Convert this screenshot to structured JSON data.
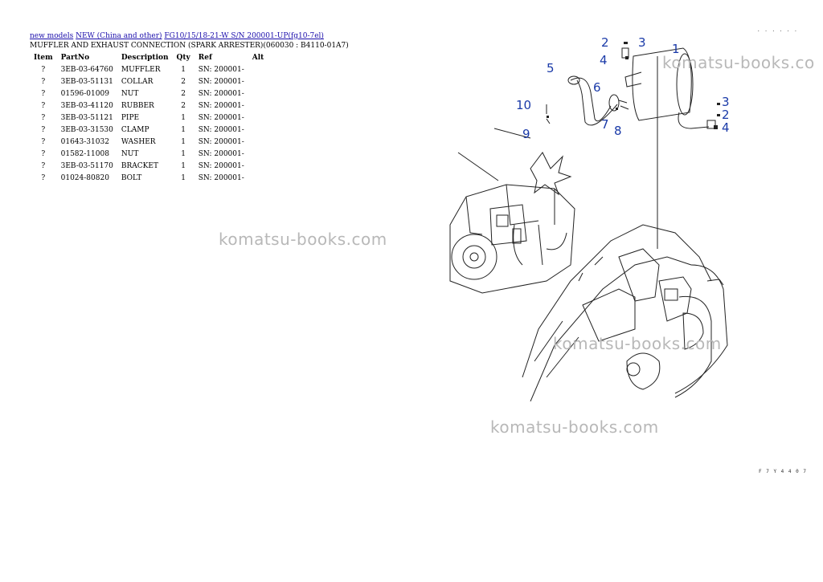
{
  "breadcrumb": {
    "links": [
      "new models",
      "NEW (China and other)",
      "FG10/15/18-21-W S/N 200001-UP(fg10-7el)"
    ]
  },
  "page_title": "MUFFLER AND EXHAUST CONNECTION (SPARK ARRESTER)(060030 : B4110-01A7)",
  "table": {
    "headers": [
      "Item",
      "PartNo",
      "Description",
      "Qty",
      "Ref",
      "Alt"
    ],
    "rows": [
      {
        "item": "?",
        "part_no": "3EB-03-64760",
        "description": "MUFFLER",
        "qty": "1",
        "ref": "SN: 200001-",
        "alt": ""
      },
      {
        "item": "?",
        "part_no": "3EB-03-51131",
        "description": "COLLAR",
        "qty": "2",
        "ref": "SN: 200001-",
        "alt": ""
      },
      {
        "item": "?",
        "part_no": "01596-01009",
        "description": "NUT",
        "qty": "2",
        "ref": "SN: 200001-",
        "alt": ""
      },
      {
        "item": "?",
        "part_no": "3EB-03-41120",
        "description": "RUBBER",
        "qty": "2",
        "ref": "SN: 200001-",
        "alt": ""
      },
      {
        "item": "?",
        "part_no": "3EB-03-51121",
        "description": "PIPE",
        "qty": "1",
        "ref": "SN: 200001-",
        "alt": ""
      },
      {
        "item": "?",
        "part_no": "3EB-03-31530",
        "description": "CLAMP",
        "qty": "1",
        "ref": "SN: 200001-",
        "alt": ""
      },
      {
        "item": "?",
        "part_no": "01643-31032",
        "description": "WASHER",
        "qty": "1",
        "ref": "SN: 200001-",
        "alt": ""
      },
      {
        "item": "?",
        "part_no": "01582-11008",
        "description": "NUT",
        "qty": "1",
        "ref": "SN: 200001-",
        "alt": ""
      },
      {
        "item": "?",
        "part_no": "3EB-03-51170",
        "description": "BRACKET",
        "qty": "1",
        "ref": "SN: 200001-",
        "alt": ""
      },
      {
        "item": "?",
        "part_no": "01024-80820",
        "description": "BOLT",
        "qty": "1",
        "ref": "SN: 200001-",
        "alt": ""
      }
    ]
  },
  "diagram": {
    "callouts": [
      "1",
      "2",
      "3",
      "4",
      "5",
      "6",
      "7",
      "8",
      "9",
      "10",
      "3",
      "2",
      "4"
    ],
    "callout_color": "#1a3aa8",
    "corner_code_top": ". . . . . .",
    "corner_code_bottom": "F 7 Y 4 4 0 7"
  },
  "watermark": {
    "text": "komatsu-books.com",
    "text_partial": "komatsu-books.co"
  }
}
